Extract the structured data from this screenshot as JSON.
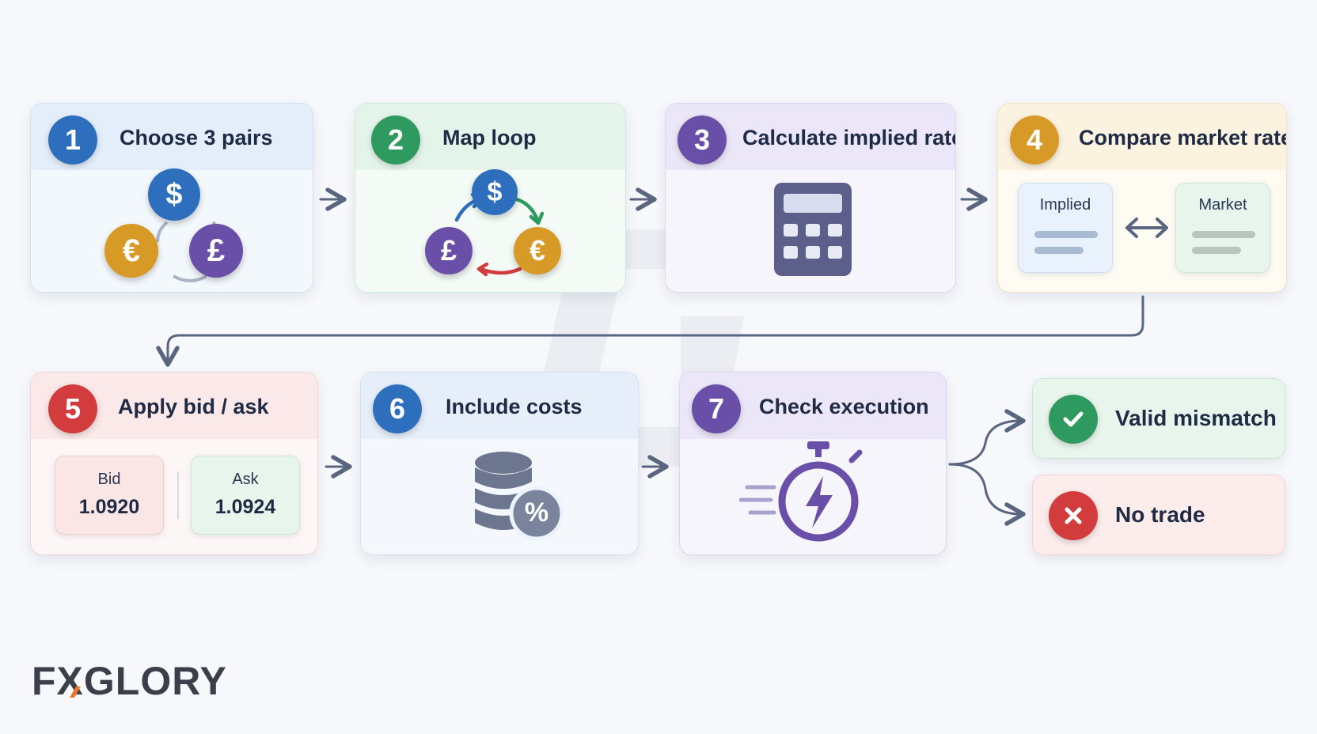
{
  "steps": [
    {
      "number": "1",
      "title": "Choose 3 pairs"
    },
    {
      "number": "2",
      "title": "Map loop"
    },
    {
      "number": "3",
      "title": "Calculate implied rate"
    },
    {
      "number": "4",
      "title": "Compare market rate"
    },
    {
      "number": "5",
      "title": "Apply bid / ask"
    },
    {
      "number": "6",
      "title": "Include costs"
    },
    {
      "number": "7",
      "title": "Check execution"
    }
  ],
  "currencies": {
    "dollar": "$",
    "euro": "€",
    "pound": "£"
  },
  "compare": {
    "implied_label": "Implied",
    "market_label": "Market"
  },
  "quote": {
    "bid_label": "Bid",
    "bid_value": "1.0920",
    "ask_label": "Ask",
    "ask_value": "1.0924"
  },
  "costs": {
    "percent_symbol": "%"
  },
  "outcomes": {
    "valid": "Valid mismatch",
    "no_trade": "No trade"
  },
  "brand": {
    "logo_prefix": "FX",
    "logo_suffix": "GLORY",
    "accent": "#e8762b"
  },
  "colors": {
    "blue": "#2d6fbd",
    "green": "#2f9a5f",
    "purple": "#6a4fa8",
    "gold": "#d79a27",
    "red": "#d23c3c",
    "grey": "#5a6580"
  },
  "icons": [
    "dollar-coin-icon",
    "euro-coin-icon",
    "pound-coin-icon",
    "calculator-icon",
    "double-arrow-icon",
    "database-percent-icon",
    "stopwatch-lightning-icon",
    "check-icon",
    "close-icon"
  ]
}
